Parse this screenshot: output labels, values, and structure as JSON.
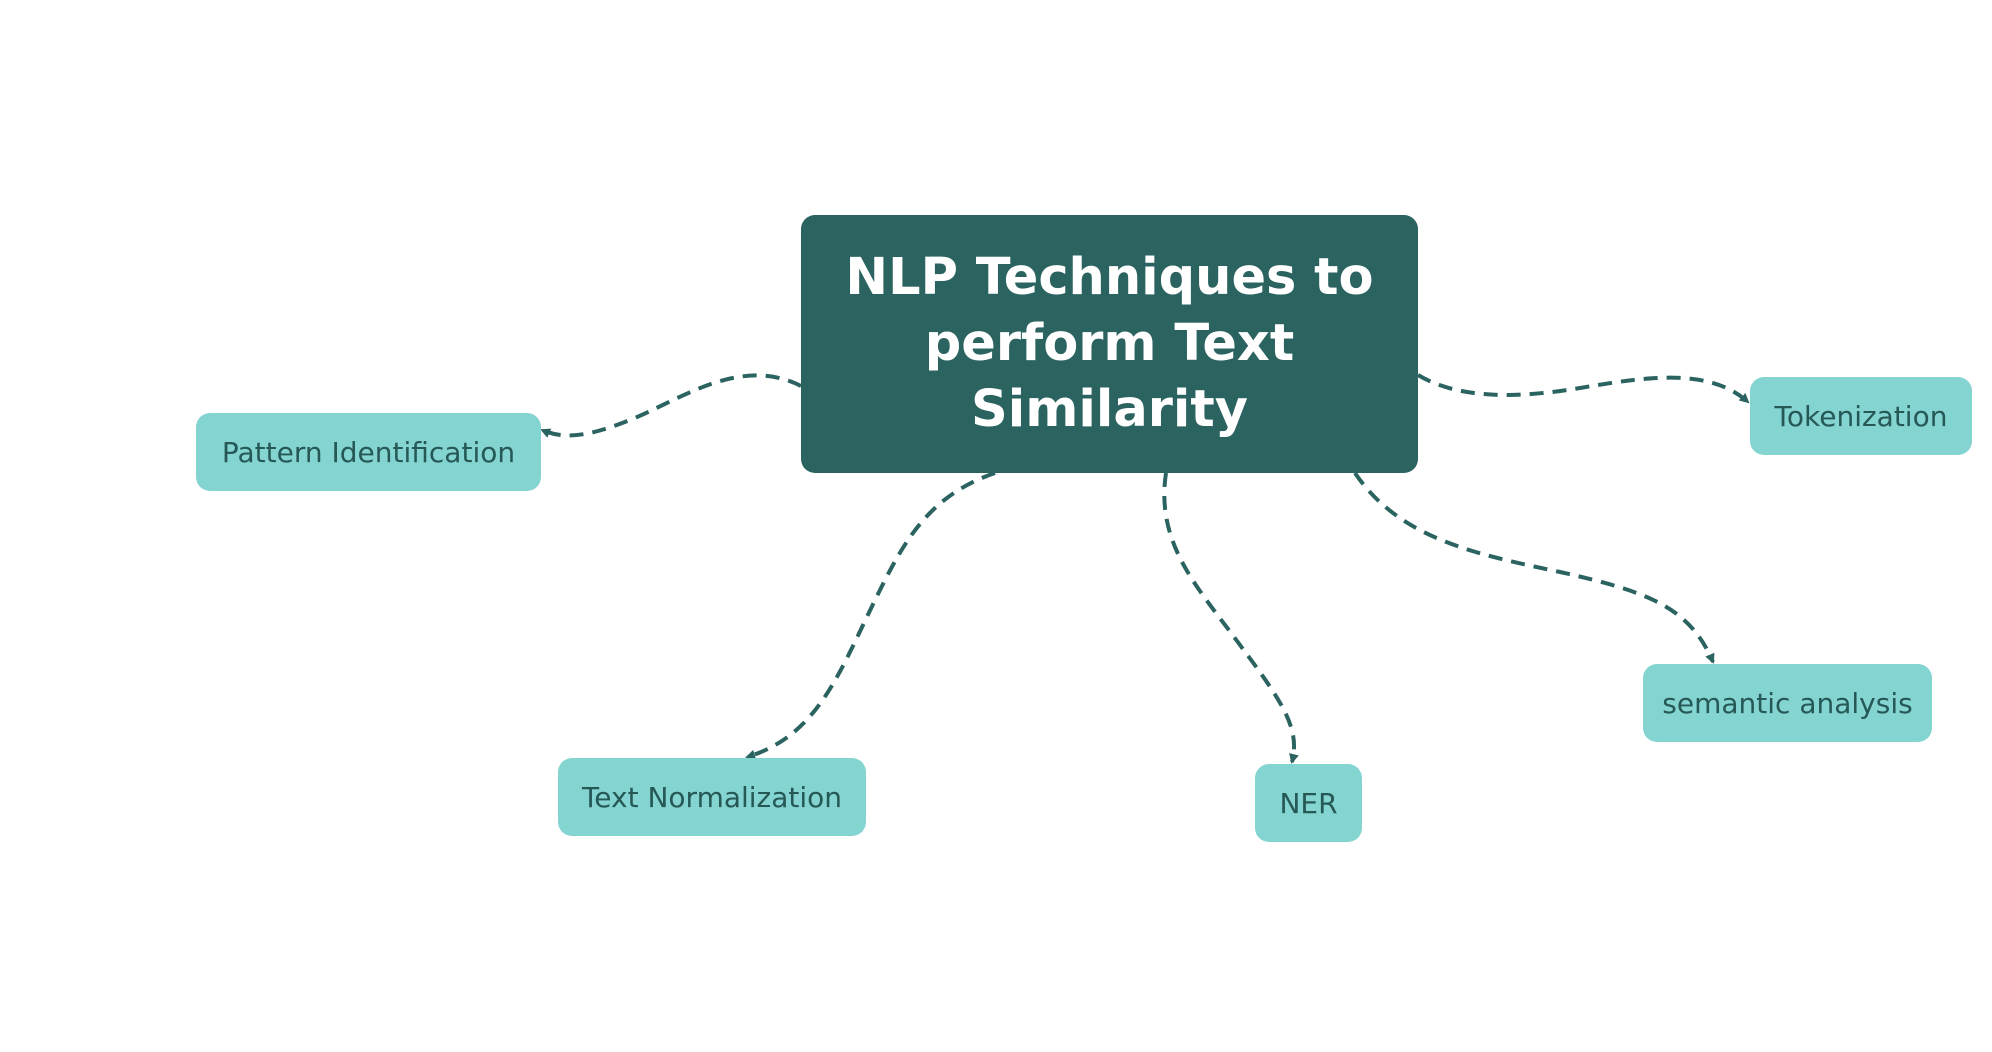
{
  "colors": {
    "central_fill": "#2b6360",
    "central_text": "#ffffff",
    "leaf_fill": "#84d4d1",
    "leaf_text": "#265856",
    "connector": "#2b6360",
    "background": "#ffffff"
  },
  "diagram": {
    "central": {
      "label": "NLP Techniques to perform Text Similarity"
    },
    "branches": [
      {
        "id": "pattern",
        "label": "Pattern Identification"
      },
      {
        "id": "tokenization",
        "label": "Tokenization"
      },
      {
        "id": "normalization",
        "label": "Text Normalization"
      },
      {
        "id": "ner",
        "label": "NER"
      },
      {
        "id": "semantic",
        "label": "semantic analysis"
      }
    ]
  }
}
